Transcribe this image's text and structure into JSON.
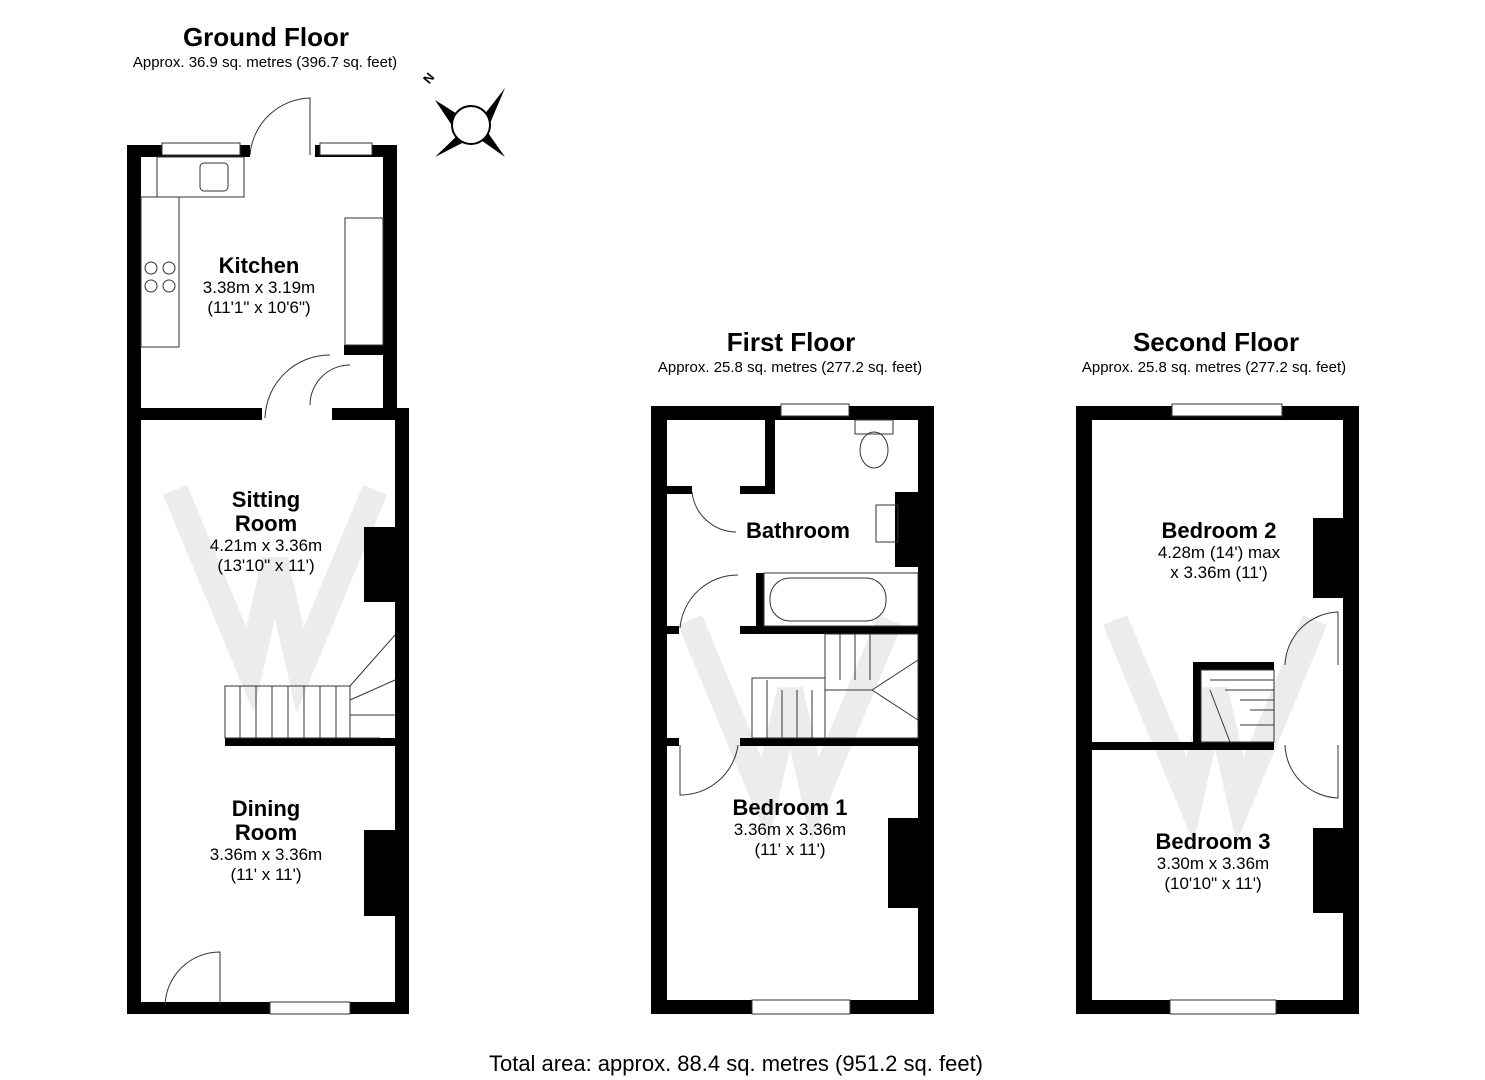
{
  "floors": {
    "ground": {
      "title": "Ground Floor",
      "area": "Approx. 36.9 sq. metres (396.7 sq. feet)",
      "rooms": {
        "kitchen": {
          "name": "Kitchen",
          "metric": "3.38m x 3.19m",
          "imperial": "(11'1\" x 10'6\")"
        },
        "sitting": {
          "name1": "Sitting",
          "name2": "Room",
          "metric": "4.21m x 3.36m",
          "imperial": "(13'10\" x 11')"
        },
        "dining": {
          "name1": "Dining",
          "name2": "Room",
          "metric": "3.36m x 3.36m",
          "imperial": "(11' x 11')"
        }
      }
    },
    "first": {
      "title": "First Floor",
      "area": "Approx. 25.8 sq. metres (277.2 sq. feet)",
      "rooms": {
        "bathroom": {
          "name": "Bathroom"
        },
        "bedroom1": {
          "name": "Bedroom 1",
          "metric": "3.36m x 3.36m",
          "imperial": "(11' x 11')"
        }
      }
    },
    "second": {
      "title": "Second Floor",
      "area": "Approx. 25.8 sq. metres (277.2 sq. feet)",
      "rooms": {
        "bedroom2": {
          "name": "Bedroom 2",
          "line1": "4.28m (14') max",
          "line2": "x 3.36m (11')"
        },
        "bedroom3": {
          "name": "Bedroom 3",
          "metric": "3.30m x 3.36m",
          "imperial": "(10'10\" x 11')"
        }
      }
    }
  },
  "compass": {
    "label": "N"
  },
  "total_area": "Total area: approx. 88.4 sq. metres (951.2 sq. feet)"
}
